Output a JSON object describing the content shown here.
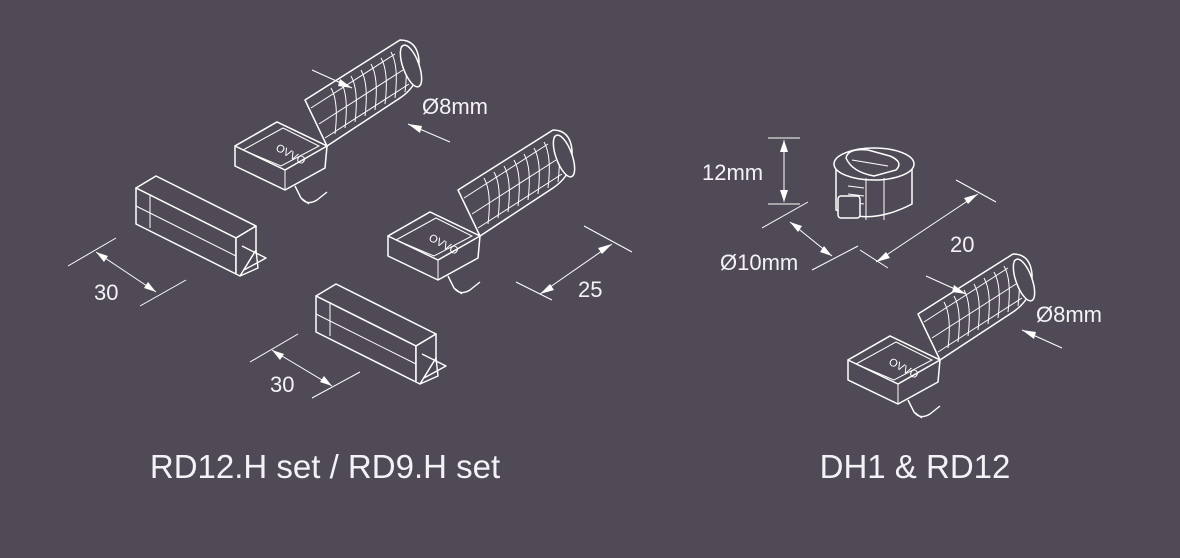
{
  "colors": {
    "background": "#4f4a55",
    "line": "#ffffff",
    "text": "#f4f2f6"
  },
  "left_set": {
    "caption": "RD12.H set / RD9.H set",
    "dim_diameter": "Ø8mm",
    "dim_length_top": "30",
    "dim_length_bottom": "30",
    "dim_pin_length": "25"
  },
  "right_set": {
    "caption": "DH1 & RD12",
    "dim_height": "12mm",
    "dim_cam_diameter": "Ø10mm",
    "dim_distance": "20",
    "dim_diameter": "Ø8mm"
  }
}
